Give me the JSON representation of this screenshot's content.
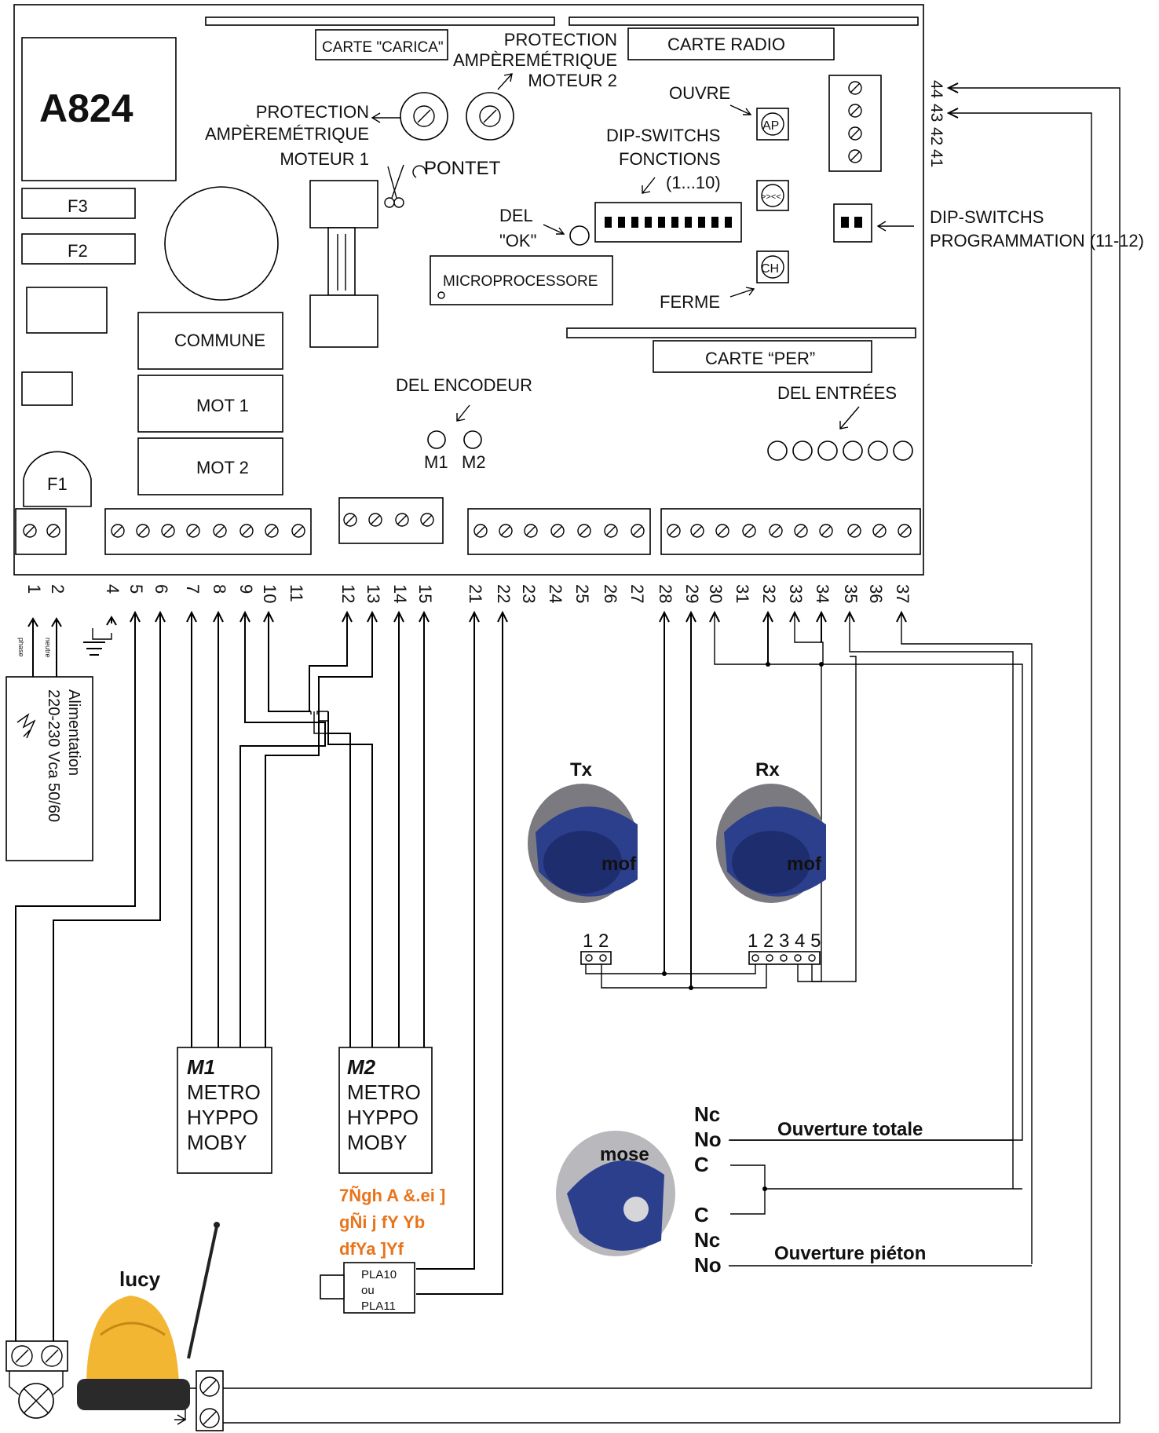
{
  "board": {
    "model": "A824",
    "fuses": [
      "F3",
      "F2",
      "F1"
    ],
    "carte_carica": "CARTE \"CARICA\"",
    "carte_radio": "CARTE RADIO",
    "carte_per": "CARTE “PER”",
    "prot_m2": [
      "PROTECTION",
      "AMPÈREMÉTRIQUE",
      "MOTEUR 2"
    ],
    "prot_m1": [
      "PROTECTION",
      "AMPÈREMÉTRIQUE",
      "MOTEUR 1"
    ],
    "pontet": "PONTET",
    "ouvre": "OUVRE",
    "ferme": "FERME",
    "dip_fonctions": [
      "DIP-SWITCHS",
      "FONCTIONS",
      "(1...10)"
    ],
    "dip_prog": [
      "DIP-SWITCHS",
      "PROGRAMMATION (11-12)"
    ],
    "del_ok": [
      "DEL",
      "\"OK\""
    ],
    "micro": "MICROPROCESSORE",
    "commune": "COMMUNE",
    "mot1": "MOT 1",
    "mot2": "MOT 2",
    "del_encodeur": "DEL ENCODEUR",
    "m1": "M1",
    "m2": "M2",
    "del_entrees": "DEL ENTRÉES",
    "btn_ap": "AP",
    "btn_ch": "CH",
    "btn_mid": ">><<"
  },
  "terminals": {
    "bottom": [
      "1",
      "2",
      "4",
      "5",
      "6",
      "7",
      "8",
      "9",
      "10",
      "11",
      "12",
      "13",
      "14",
      "15",
      "21",
      "22",
      "23",
      "24",
      "25",
      "26",
      "27",
      "28",
      "29",
      "30",
      "31",
      "32",
      "33",
      "34",
      "35",
      "36",
      "37"
    ],
    "right": [
      "44",
      "43",
      "42",
      "41"
    ]
  },
  "power": {
    "phase": "phase",
    "neutre": "neutre",
    "lines": [
      "Alimentation",
      "220-230 Vca 50/60"
    ]
  },
  "motors": [
    {
      "id": "M1",
      "lines": [
        "METRO",
        "HYPPO",
        "MOBY"
      ]
    },
    {
      "id": "M2",
      "lines": [
        "METRO",
        "HYPPO",
        "MOBY"
      ]
    }
  ],
  "garbled": [
    "7Ñgh A &.ei ]",
    "gÑi j fY Yb",
    "dfYa ]Yf"
  ],
  "pla": [
    "PLA10",
    "ou",
    "PLA11"
  ],
  "photocells": {
    "tx": "Tx",
    "rx": "Rx",
    "brand": "mof",
    "tx_terms": "1 2",
    "rx_terms": "1 2 3 4 5"
  },
  "selector": {
    "brand": "mose",
    "labels": [
      "Nc",
      "No",
      "C",
      "C",
      "Nc",
      "No"
    ],
    "ouverture_totale": "Ouverture totale",
    "ouverture_pieton": "Ouverture piéton"
  },
  "lamp": {
    "brand": "lucy"
  },
  "colors": {
    "warning_text": "#e8741c",
    "cell_blue": "#2c3f8c",
    "lamp_yellow": "#f2b632"
  }
}
